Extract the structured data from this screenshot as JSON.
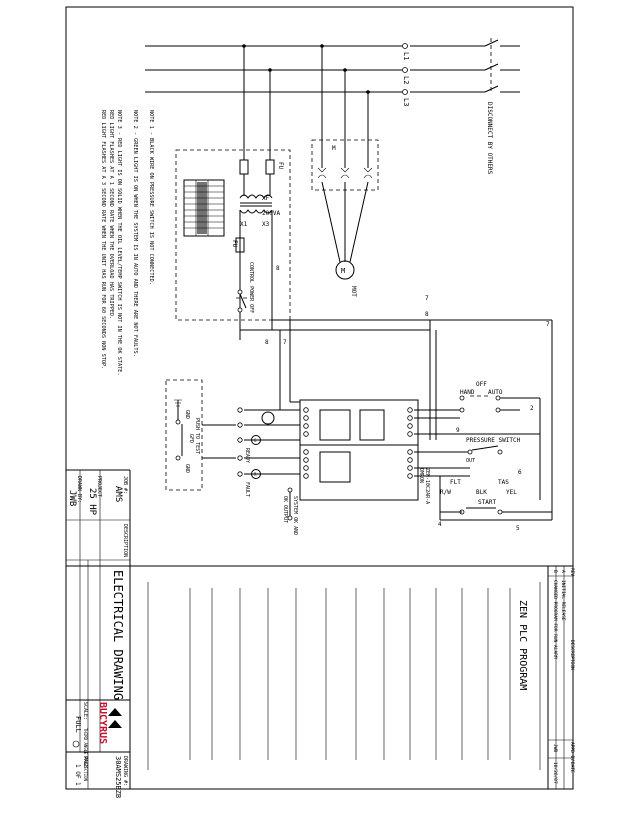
{
  "lines": {
    "l1": "L1",
    "l2": "L2",
    "l3": "L3"
  },
  "disconnect_label": "DISCONNECT BY OTHERS",
  "motor": {
    "label": "MOT",
    "symbol": "M",
    "contactor": "M"
  },
  "transformer": {
    "xf": "XF",
    "rating": "200VA",
    "x1": "X1",
    "x3": "X3",
    "fuse": "FU"
  },
  "control_power_label": "CONTROL POWER OFF",
  "notes": {
    "note1": "NOTE 1 - BLACK WIRE ON PRESSURE SWITCH IS NOT CONNECTED.",
    "note2": "NOTE 2 - GREEN LIGHT IS ON WHEN THE SYSTEM IS IN AUTO AND THERE ARE NOT FAULTS.",
    "note3a": "NOTE 3 - RED LIGHT IS ON SOLID WHEN THE OIL LEVEL/TEMP SWITCH IS NOT IN THE OK STATE.",
    "note3b": "RED LIGHT FLASHES AT A 1 SECOND RATE WHEN THE OVERLOAD HAS TRIPPED.",
    "note3c": "RED LIGHT FLASHES AT A 3 SECOND RATE WHEN THE UNIT HAS RUN FOR 60 SECONDS NON STOP."
  },
  "push_to_test": {
    "label": "PUSH TO TEST",
    "gfd": "GFD",
    "gnd": "GND"
  },
  "lights": {
    "ready": "READY",
    "fault": "FAULT",
    "system_ok": "SYSTEM OK AND",
    "ok_output": "OK OUTPUT"
  },
  "plc_label": {
    "brand": "OMRON",
    "model": "ZEN-10C2AR-A"
  },
  "controls": {
    "hand": "HAND",
    "off": "OFF",
    "auto": "AUTO",
    "pressure_switch": "PRESSURE SWITCH",
    "flt": "FLT",
    "tas": "TAS",
    "rw": "R/W",
    "blk": "BLK",
    "yel": "YEL",
    "start": "START"
  },
  "wire_numbers": [
    "7",
    "8",
    "2",
    "4",
    "5",
    "6",
    "9"
  ],
  "title_block": {
    "job_label": "JOB #:",
    "description_label": "DESCRIPTION",
    "job": "AMS",
    "project_label": "PROJECT",
    "project": "25 HP",
    "drawn_label": "DRAWN BY:",
    "drawn_by": "JWB",
    "drawing_title": "ELECTRICAL DRAWING",
    "plc_program_title": "ZEN PLC PROGRAM",
    "company": "BUCYRUS",
    "drawing_no_label": "DRAWING #:",
    "drawing_no": "30AMS25BZB",
    "scale_label": "SCALE:",
    "scale": "FULL",
    "projection": "THIRD ANGLE PROJECTION",
    "page_label": "PAGE",
    "page": "1 OF 1"
  },
  "revision": {
    "rev_label": "REV",
    "description_label": "DESCRIPTION",
    "appd_label": "APPD BY",
    "date_label": "DATE",
    "rev_a": "A",
    "initial_release": "INITIAL RELEASE",
    "rev_b": "B",
    "changed": "CHANGED PROGRAM FOR RUN ALARM",
    "appd": "JWB",
    "date": "10/26/07"
  }
}
